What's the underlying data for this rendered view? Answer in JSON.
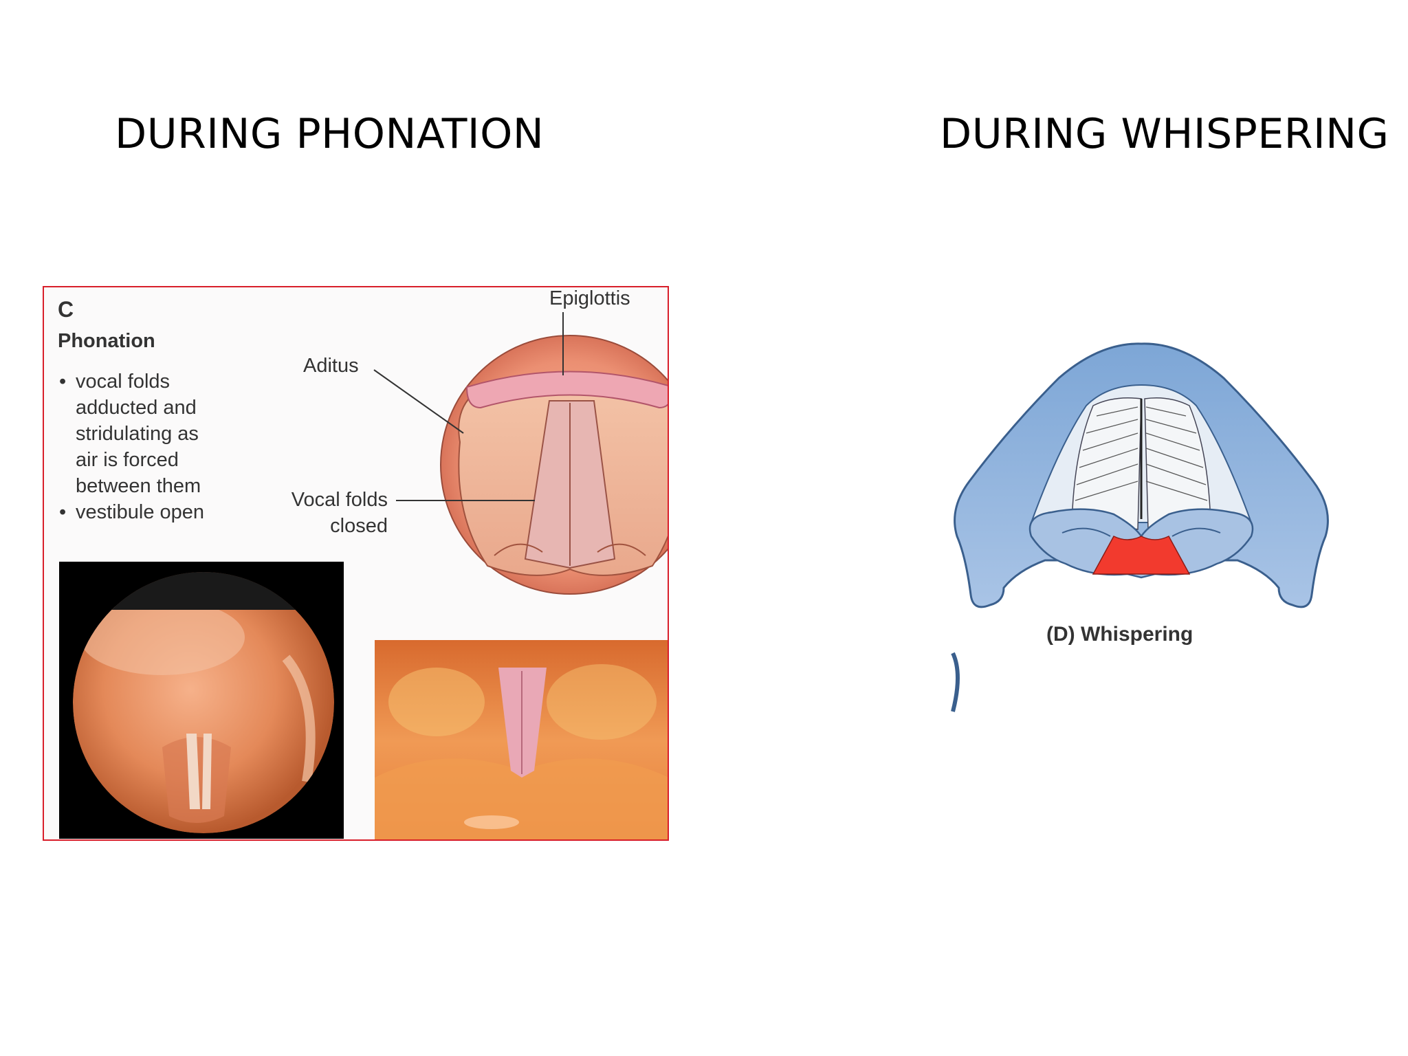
{
  "headings": {
    "left": "DURING PHONATION",
    "right": "DURING WHISPERING"
  },
  "phonation_panel": {
    "letter": "C",
    "title": "Phonation",
    "bullets": [
      "vocal folds\nadducted and\nstridulating as\nair is forced\nbetween them",
      "vestibule open"
    ],
    "labels": {
      "epiglottis": "Epiglottis",
      "aditus": "Aditus",
      "vocal_folds": "Vocal folds\nclosed"
    },
    "border_color": "#d81e2a"
  },
  "whispering_figure": {
    "caption": "(D) Whispering",
    "colors": {
      "cartilage": "#8fb3dc",
      "glottis_gap": "#f23a2e"
    }
  }
}
